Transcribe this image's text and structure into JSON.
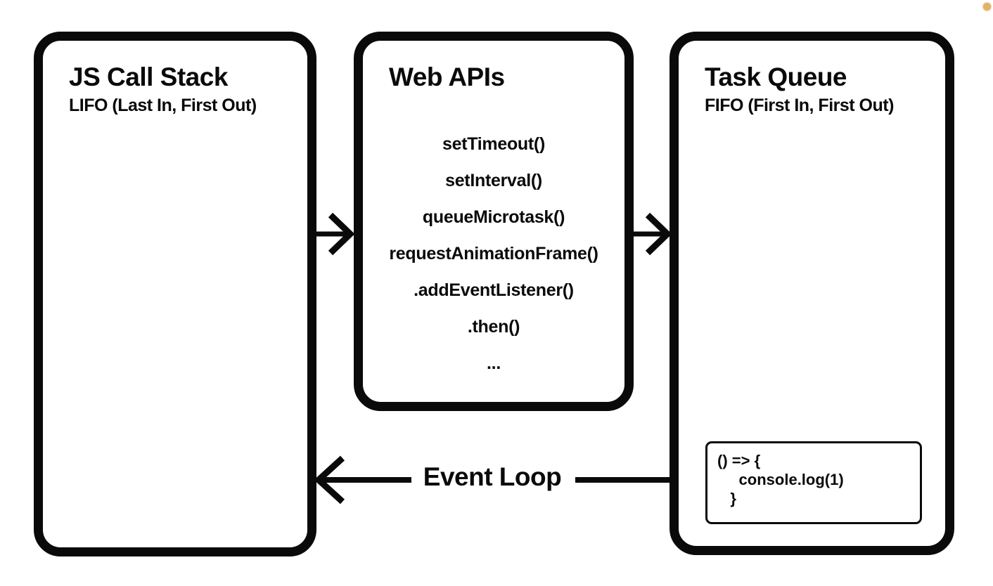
{
  "page": {
    "ink_color": "#0a0a0a",
    "background_color": "#ffffff",
    "accent_dot_color": "#e2b269"
  },
  "boxes": {
    "call_stack": {
      "title": "JS Call Stack",
      "subtitle": "LIFO (Last In, First Out)"
    },
    "web_apis": {
      "title": "Web APIs",
      "items": [
        "setTimeout()",
        "setInterval()",
        "queueMicrotask()",
        "requestAnimationFrame()",
        ".addEventListener()",
        ".then()",
        "..."
      ]
    },
    "task_queue": {
      "title": "Task Queue",
      "subtitle": "FIFO (First In, First Out)",
      "code": "() => {\n     console.log(1)\n   }"
    }
  },
  "labels": {
    "event_loop": "Event Loop"
  }
}
